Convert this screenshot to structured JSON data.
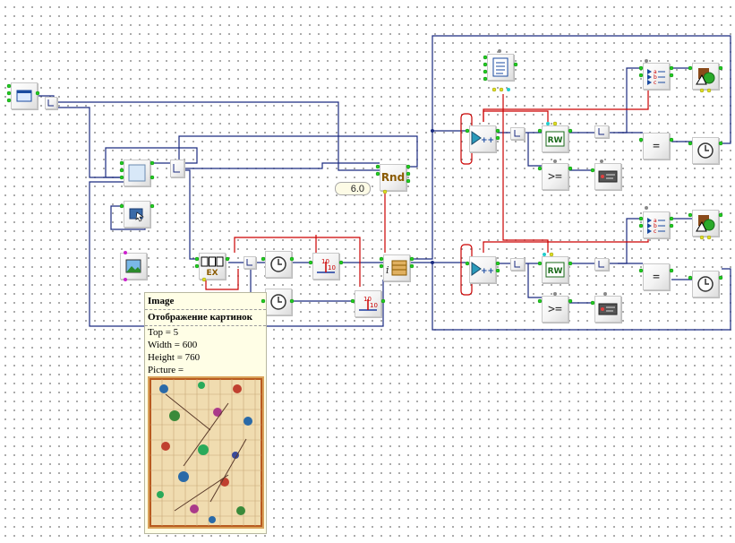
{
  "diagram": {
    "components": [
      {
        "id": "form",
        "icon": "window-form-icon"
      },
      {
        "id": "panel",
        "icon": "panel-icon"
      },
      {
        "id": "ball-image",
        "icon": "blue-square-icon"
      },
      {
        "id": "picture",
        "icon": "picture-icon"
      },
      {
        "id": "counter",
        "icon": "counter-ex-icon",
        "label": "EX"
      },
      {
        "id": "random",
        "icon": "rnd-icon",
        "label": "Rnd"
      },
      {
        "id": "index-block",
        "icon": "index-icon"
      },
      {
        "id": "memo",
        "icon": "memo-icon"
      },
      {
        "id": "compare-eq",
        "icon": "equal-icon",
        "label": "="
      },
      {
        "id": "compare-ge",
        "icon": "greater-equal-icon",
        "label": ">="
      },
      {
        "id": "read-write",
        "icon": "rw-icon",
        "label": "RW"
      },
      {
        "id": "timer",
        "icon": "clock-icon"
      },
      {
        "id": "shapes",
        "icon": "shapes-icon"
      }
    ],
    "constant_value": "6.0"
  },
  "tooltip": {
    "title": "Image",
    "description": "Отображение картинок",
    "properties": [
      "Top = 5",
      "Width = 600",
      "Height = 760",
      "Picture ="
    ]
  },
  "colors": {
    "wire": "#1a2a80",
    "active_wire": "#cc0000",
    "pin": "#22cc22",
    "tooltip_bg": "#fffee6"
  }
}
